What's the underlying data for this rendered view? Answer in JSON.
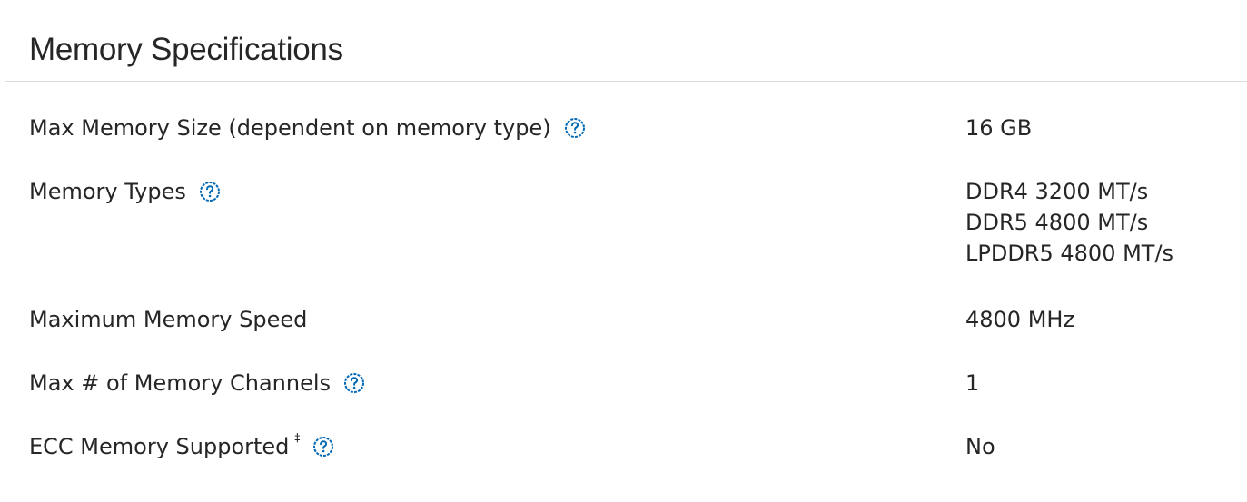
{
  "section": {
    "title": "Memory Specifications"
  },
  "specs": [
    {
      "label": "Max Memory Size (dependent on memory type)",
      "values": [
        "16 GB"
      ],
      "help": true
    },
    {
      "label": "Memory Types",
      "values": [
        "DDR4 3200 MT/s",
        "DDR5 4800 MT/s",
        "LPDDR5 4800 MT/s"
      ],
      "help": true
    },
    {
      "label": "Maximum Memory Speed",
      "values": [
        "4800 MHz"
      ],
      "help": false
    },
    {
      "label": "Max # of Memory Channels",
      "values": [
        "1"
      ],
      "help": true
    },
    {
      "label": "ECC Memory Supported",
      "footnote": "‡",
      "values": [
        "No"
      ],
      "help": true
    }
  ],
  "colors": {
    "text": "#262626",
    "accent": "#0068b5",
    "divider": "#dcdcdc"
  },
  "icons": {
    "help": "question-circle-icon"
  }
}
